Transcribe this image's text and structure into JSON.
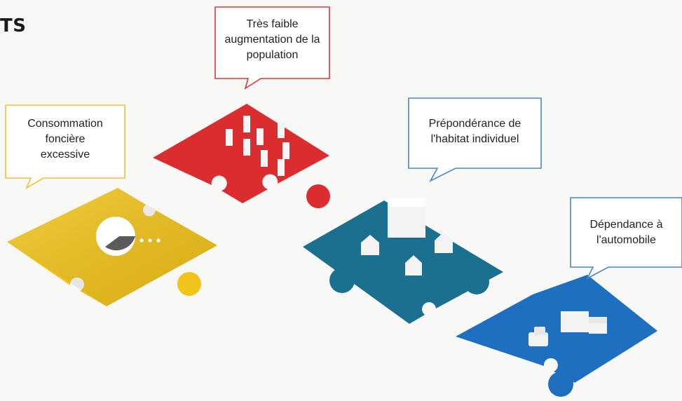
{
  "title": "TS",
  "callouts": [
    {
      "id": "population",
      "lines": [
        "Très faible",
        "augmentation de la",
        "population"
      ],
      "border_color": "#d9363e"
    },
    {
      "id": "land",
      "lines": [
        "Consommation",
        "foncière",
        "excessive"
      ],
      "border_color": "#f1c232"
    },
    {
      "id": "housing",
      "lines": [
        "Prépondérance de",
        "l'habitat individuel"
      ],
      "border_color": "#4a86c5"
    },
    {
      "id": "car",
      "lines": [
        "Dépendance à",
        "l'automobile"
      ],
      "border_color": "#4a86c5"
    }
  ],
  "pieces": [
    {
      "id": "yellow",
      "color": "#f2c318",
      "icon": "sphere-icon"
    },
    {
      "id": "red",
      "color": "#db2d2f",
      "icon": "people-icon"
    },
    {
      "id": "teal",
      "color": "#1b6f8f",
      "icon": "houses-icon"
    },
    {
      "id": "blue",
      "color": "#1e6fbf",
      "icon": "vehicles-icon"
    }
  ]
}
